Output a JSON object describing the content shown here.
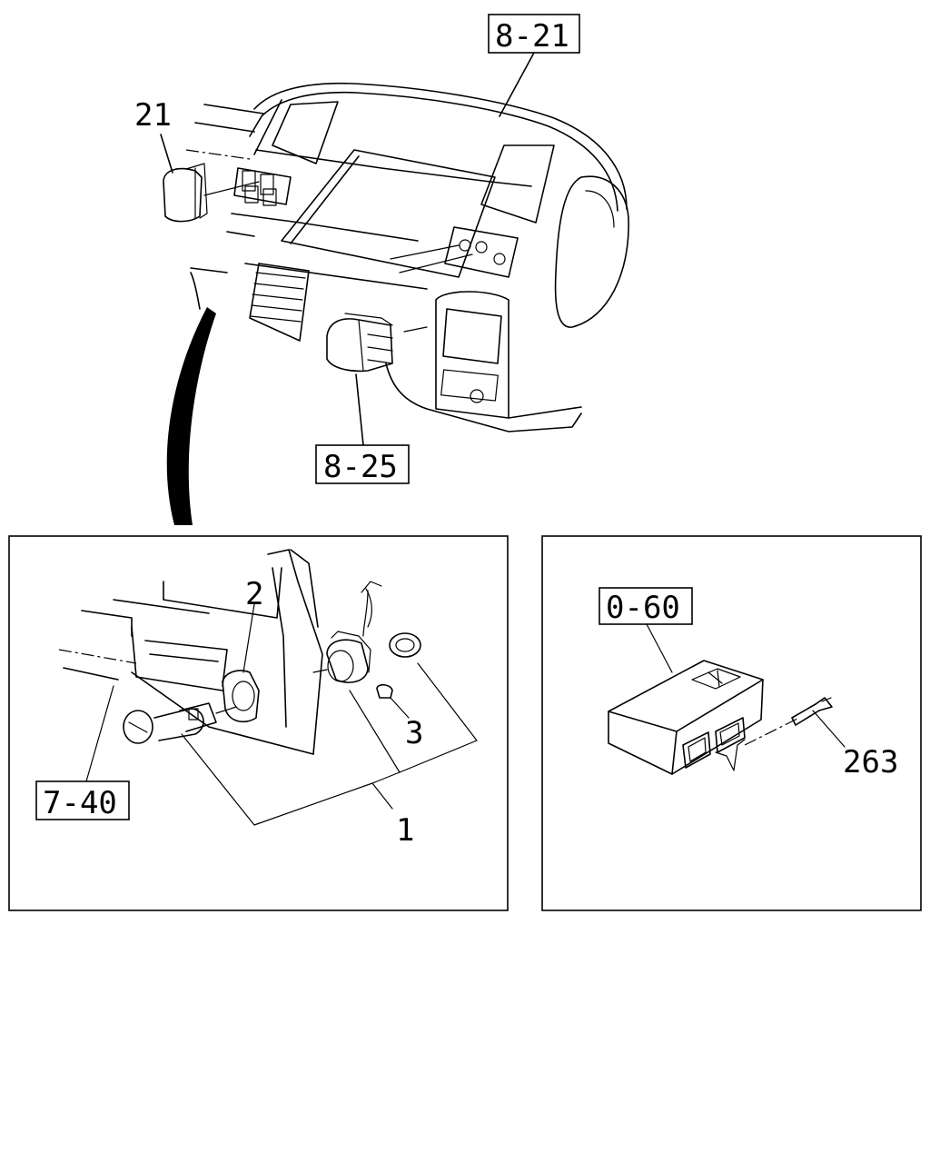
{
  "refs": {
    "r821": "8-21",
    "r825": "8-25",
    "r740": "7-40",
    "r060": "0-60"
  },
  "parts": {
    "p21": "21",
    "p2": "2",
    "p3": "3",
    "p1": "1",
    "p263": "263"
  }
}
